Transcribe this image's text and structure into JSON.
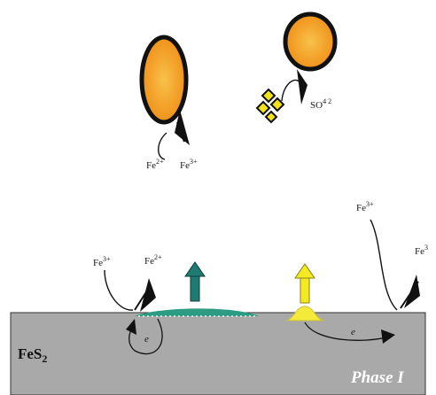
{
  "labels": {
    "bacterium_left_ion_a": "Fe",
    "bacterium_left_ion_a_charge": "2+",
    "bacterium_left_ion_b": "Fe",
    "bacterium_left_ion_b_charge": "3+",
    "bacterium_right_ion": "SO",
    "bacterium_right_ion_charge": "4 2",
    "surface_ion_a": "Fe",
    "surface_ion_a_charge": "3+",
    "surface_ion_b": "Fe",
    "surface_ion_b_charge": "2+",
    "top_right_ion": "Fe",
    "top_right_ion_charge": "3+",
    "edge_ion": "Fe",
    "edge_ion_charge": "3",
    "electron_left": "e",
    "electron_right": "e",
    "mineral": "FeS",
    "mineral_subscript": "2",
    "phase": "Phase I"
  },
  "colors": {
    "cell_fill": "#f5a623",
    "cell_core": "#f08a10",
    "cell_outline": "#111111",
    "mineral_fill": "#a9a9a9",
    "teal_arrow": "#1f7a72",
    "teal_film": "#2e9c82",
    "yellow_arrow": "#f4ea22",
    "yellow_patch": "#f4ea3a",
    "sulfur_cluster": "#f2e21a"
  }
}
